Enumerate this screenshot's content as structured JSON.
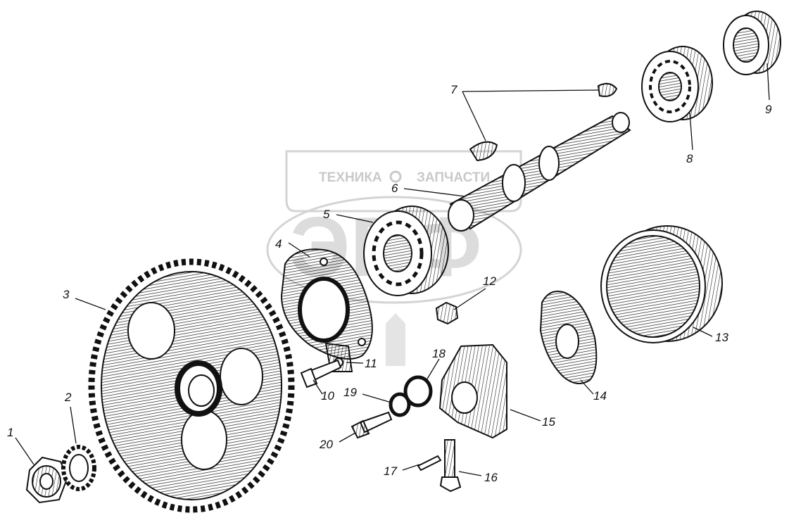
{
  "watermark": {
    "left_text": "ТЕХНИКА",
    "right_text": "ЗАПЧАСТИ",
    "logo_letters": "ЭБФ"
  },
  "callouts": [
    {
      "id": "1",
      "text": "1"
    },
    {
      "id": "2",
      "text": "2"
    },
    {
      "id": "3",
      "text": "3"
    },
    {
      "id": "4",
      "text": "4"
    },
    {
      "id": "5",
      "text": "5"
    },
    {
      "id": "6",
      "text": "6"
    },
    {
      "id": "7",
      "text": "7"
    },
    {
      "id": "8",
      "text": "8"
    },
    {
      "id": "9",
      "text": "9"
    },
    {
      "id": "10",
      "text": "10"
    },
    {
      "id": "11",
      "text": "11"
    },
    {
      "id": "12",
      "text": "12"
    },
    {
      "id": "13",
      "text": "13"
    },
    {
      "id": "14",
      "text": "14"
    },
    {
      "id": "15",
      "text": "15"
    },
    {
      "id": "16",
      "text": "16"
    },
    {
      "id": "17",
      "text": "17"
    },
    {
      "id": "18",
      "text": "18"
    },
    {
      "id": "19",
      "text": "19"
    },
    {
      "id": "20",
      "text": "20"
    }
  ],
  "colors": {
    "ink": "#111111",
    "watermark": "#cccccc",
    "background": "#ffffff"
  }
}
